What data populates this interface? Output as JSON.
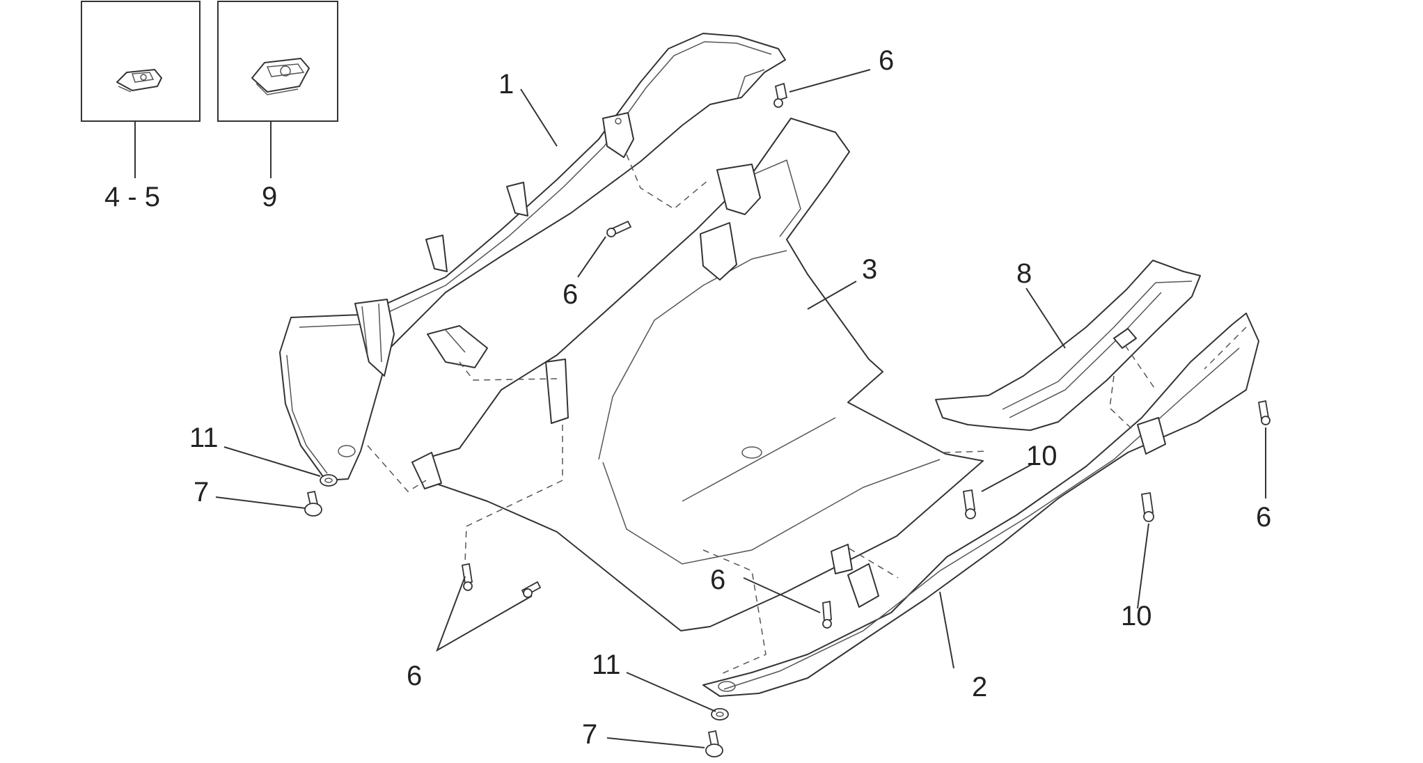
{
  "diagram": {
    "insets": [
      {
        "id": "inset-clip-4-5",
        "label": "4 - 5"
      },
      {
        "id": "inset-clip-9",
        "label": "9"
      }
    ],
    "callouts": [
      {
        "id": "c1",
        "label": "1"
      },
      {
        "id": "c2",
        "label": "2"
      },
      {
        "id": "c3",
        "label": "3"
      },
      {
        "id": "c6a",
        "label": "6"
      },
      {
        "id": "c6b",
        "label": "6"
      },
      {
        "id": "c6c",
        "label": "6"
      },
      {
        "id": "c6d",
        "label": "6"
      },
      {
        "id": "c6e",
        "label": "6"
      },
      {
        "id": "c7a",
        "label": "7"
      },
      {
        "id": "c7b",
        "label": "7"
      },
      {
        "id": "c8",
        "label": "8"
      },
      {
        "id": "c10a",
        "label": "10"
      },
      {
        "id": "c10b",
        "label": "10"
      },
      {
        "id": "c11a",
        "label": "11"
      },
      {
        "id": "c11b",
        "label": "11"
      }
    ],
    "colors": {
      "line": "#333333",
      "background": "#ffffff"
    }
  }
}
